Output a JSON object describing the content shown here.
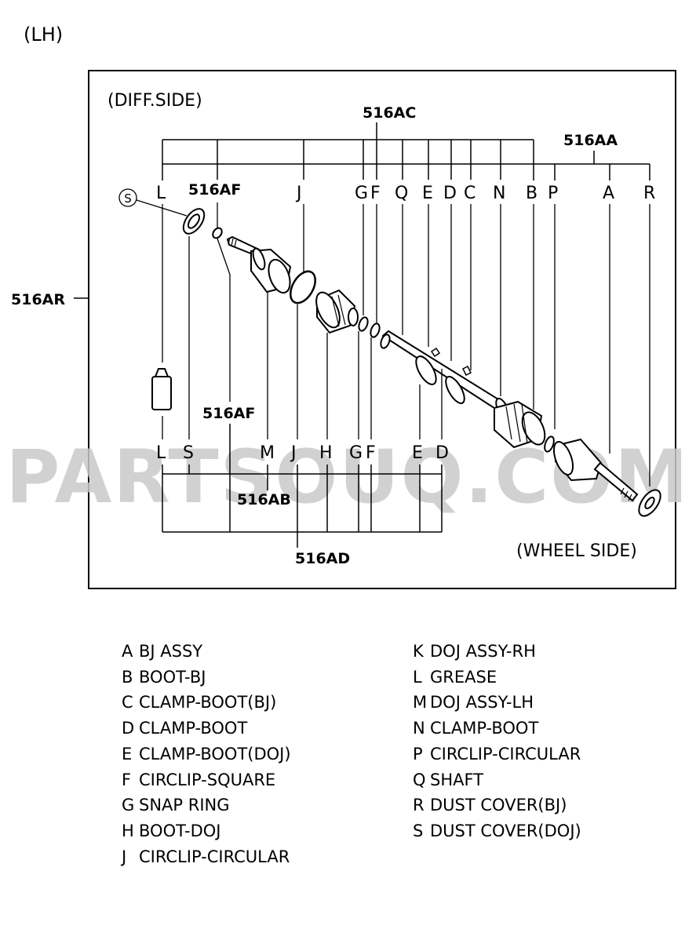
{
  "header": {
    "side_tag": "(LH)"
  },
  "watermark": "PARTSOUQ.COM",
  "diagram": {
    "diff_side": "(DIFF.SIDE)",
    "wheel_side": "(WHEEL SIDE)",
    "groups": {
      "ac": "516AC",
      "aa": "516AA",
      "ar": "516AR",
      "af": "516AF",
      "ab": "516AB",
      "ad": "516AD"
    },
    "callout_s": "S",
    "top_letters": {
      "l": "L",
      "j": "J",
      "g": "G",
      "f": "F",
      "q": "Q",
      "e": "E",
      "d": "D",
      "c": "C",
      "n": "N",
      "b": "B",
      "p": "P",
      "a": "A",
      "r": "R"
    },
    "bottom_letters": {
      "l": "L",
      "s": "S",
      "m": "M",
      "j": "J",
      "h": "H",
      "g": "G",
      "f": "F",
      "e": "E",
      "d": "D"
    }
  },
  "legend": {
    "left": [
      {
        "code": "A",
        "text": "BJ ASSY"
      },
      {
        "code": "B",
        "text": "BOOT-BJ"
      },
      {
        "code": "C",
        "text": "CLAMP-BOOT(BJ)"
      },
      {
        "code": "D",
        "text": "CLAMP-BOOT"
      },
      {
        "code": "E",
        "text": "CLAMP-BOOT(DOJ)"
      },
      {
        "code": "F",
        "text": "CIRCLIP-SQUARE"
      },
      {
        "code": "G",
        "text": "SNAP RING"
      },
      {
        "code": "H",
        "text": "BOOT-DOJ"
      },
      {
        "code": "J",
        "text": "CIRCLIP-CIRCULAR"
      }
    ],
    "right": [
      {
        "code": "K",
        "text": "DOJ ASSY-RH"
      },
      {
        "code": "L",
        "text": "GREASE"
      },
      {
        "code": "M",
        "text": "DOJ ASSY-LH"
      },
      {
        "code": "N",
        "text": "CLAMP-BOOT"
      },
      {
        "code": "P",
        "text": "CIRCLIP-CIRCULAR"
      },
      {
        "code": "Q",
        "text": "SHAFT"
      },
      {
        "code": "R",
        "text": "DUST COVER(BJ)"
      },
      {
        "code": "S",
        "text": "DUST COVER(DOJ)"
      }
    ]
  }
}
